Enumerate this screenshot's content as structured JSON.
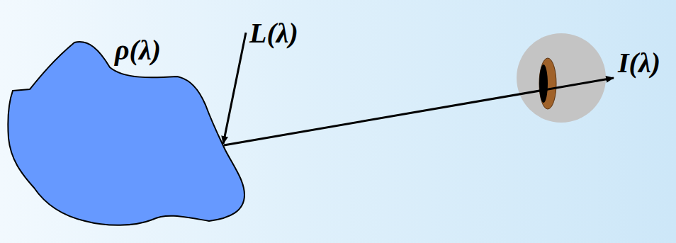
{
  "diagram": {
    "nodes": [
      {
        "text": [
          "ρ(λ)"
        ]
      }
    ],
    "labels": [
      "L(λ)",
      "I(λ)"
    ]
  }
}
